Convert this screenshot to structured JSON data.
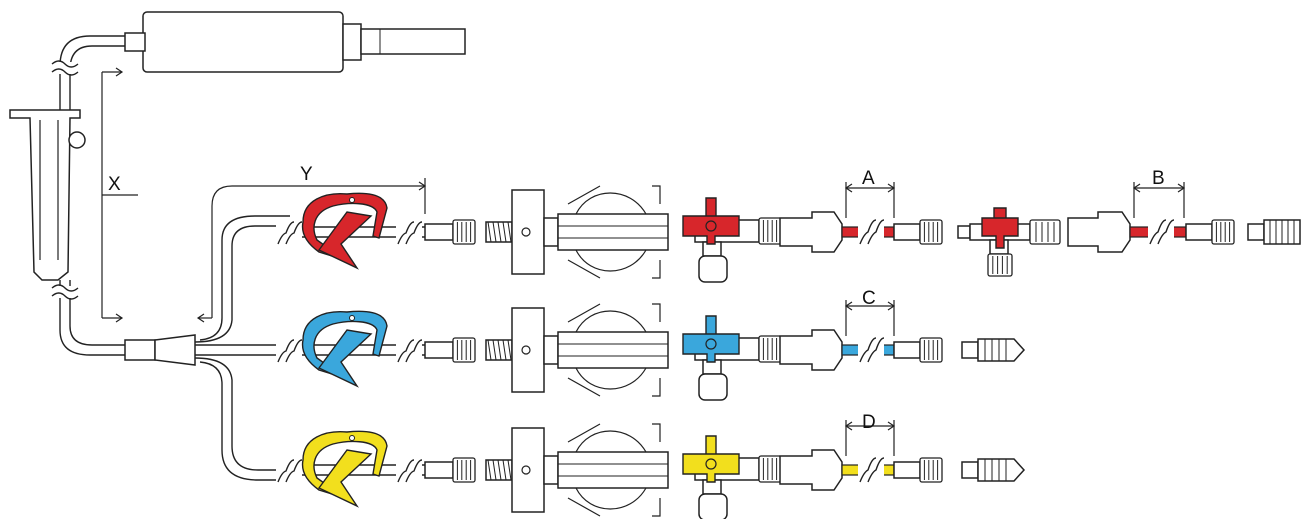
{
  "labels": {
    "x": "X",
    "y": "Y",
    "a": "A",
    "b": "B",
    "c": "C",
    "d": "D"
  },
  "colors": {
    "red": "#d7262b",
    "blue": "#3aa7dc",
    "yellow": "#f2df1d",
    "outline": "#222222",
    "fill": "#ffffff"
  },
  "lines": [
    {
      "id": "red-line",
      "color_key": "red"
    },
    {
      "id": "blue-line",
      "color_key": "blue"
    },
    {
      "id": "yellow-line",
      "color_key": "yellow"
    }
  ]
}
